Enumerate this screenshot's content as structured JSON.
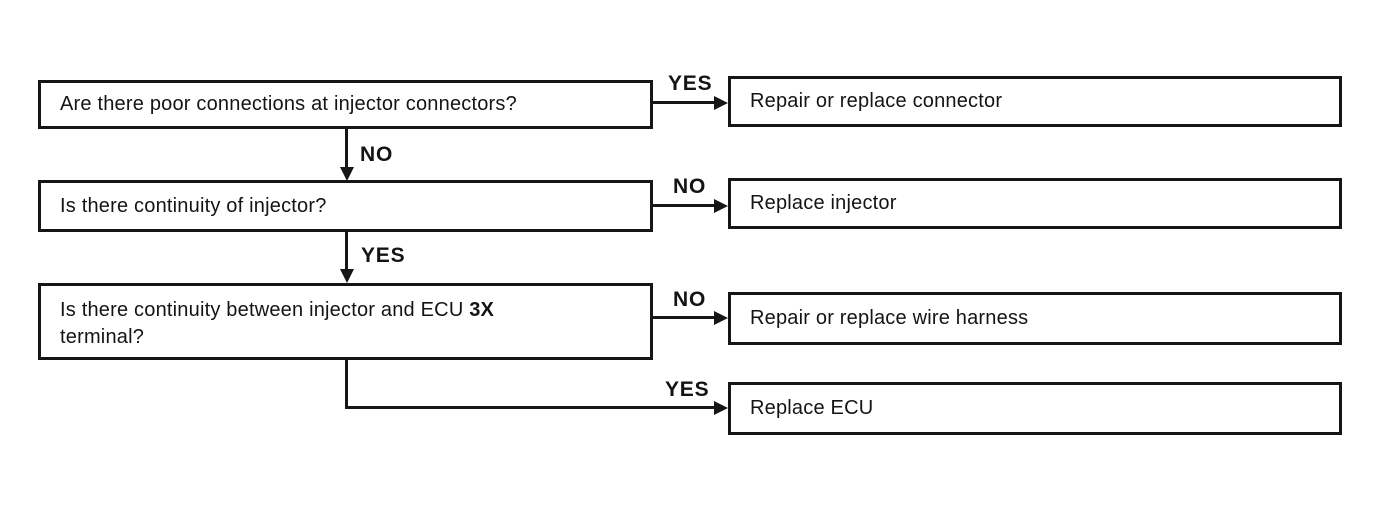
{
  "flowchart": {
    "colors": {
      "ink": "#161616",
      "background": "#ffffff"
    },
    "questions": [
      {
        "text": "Are there poor connections at injector connectors?"
      },
      {
        "text": "Is there continuity of injector?"
      },
      {
        "line1": "Is there continuity between injector and ECU ",
        "bold": "3X",
        "line2": "terminal?"
      }
    ],
    "actions": [
      {
        "text": "Repair or replace connector"
      },
      {
        "text": "Replace injector"
      },
      {
        "text": "Repair or replace wire harness"
      },
      {
        "text": "Replace ECU"
      }
    ],
    "branch_labels": {
      "q1_yes": "YES",
      "q1_no": "NO",
      "q2_no": "NO",
      "q2_yes": "YES",
      "q3_no": "NO",
      "q3_yes": "YES"
    }
  }
}
